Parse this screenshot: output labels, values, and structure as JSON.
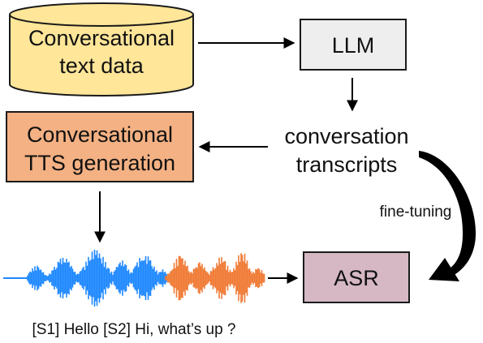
{
  "nodes": {
    "text_data": {
      "line1": "Conversational",
      "line2": "text data",
      "fill": "#ffe699",
      "stroke": "#1a1a1a"
    },
    "llm": {
      "label": "LLM",
      "fill": "#eeeeee",
      "stroke": "#1a1a1a"
    },
    "transcripts": {
      "line1": "conversation",
      "line2": "transcripts"
    },
    "tts": {
      "line1": "Conversational",
      "line2": "TTS generation",
      "fill": "#f4b183",
      "stroke": "#1a1a1a"
    },
    "asr": {
      "label": "ASR",
      "fill": "#d5b8c4",
      "stroke": "#1a1a1a"
    }
  },
  "edges": {
    "finetune_label": "fine-tuning"
  },
  "waveform": {
    "speaker1_color": "#1e88ff",
    "speaker2_color": "#f07a34",
    "caption": "[S1] Hello [S2] Hi, what’s up ?"
  }
}
